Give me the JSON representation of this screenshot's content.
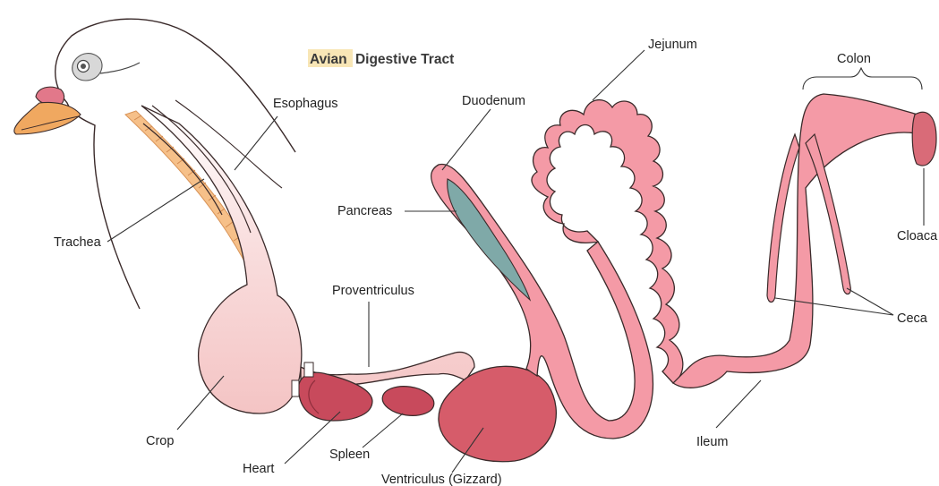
{
  "title": {
    "highlight": "Avian",
    "rest": "Digestive Tract"
  },
  "labels": {
    "esophagus": "Esophagus",
    "trachea": "Trachea",
    "crop": "Crop",
    "heart": "Heart",
    "spleen": "Spleen",
    "ventriculus": "Ventriculus (Gizzard)",
    "proventriculus": "Proventriculus",
    "pancreas": "Pancreas",
    "duodenum": "Duodenum",
    "jejunum": "Jejunum",
    "ileum": "Ileum",
    "colon": "Colon",
    "cloaca": "Cloaca",
    "ceca": "Ceca"
  },
  "colors": {
    "intestine": "#f49aa6",
    "intestine_outline": "#3a2a2a",
    "crop": "#f7cfcf",
    "gizzard": "#d65c6a",
    "heart": "#c84a5c",
    "spleen": "#c84a5c",
    "pancreas": "#7fa9a8",
    "beak": "#f0a860",
    "cere": "#e2788a",
    "trachea": "#f6c089",
    "cloaca": "#d96b78"
  }
}
